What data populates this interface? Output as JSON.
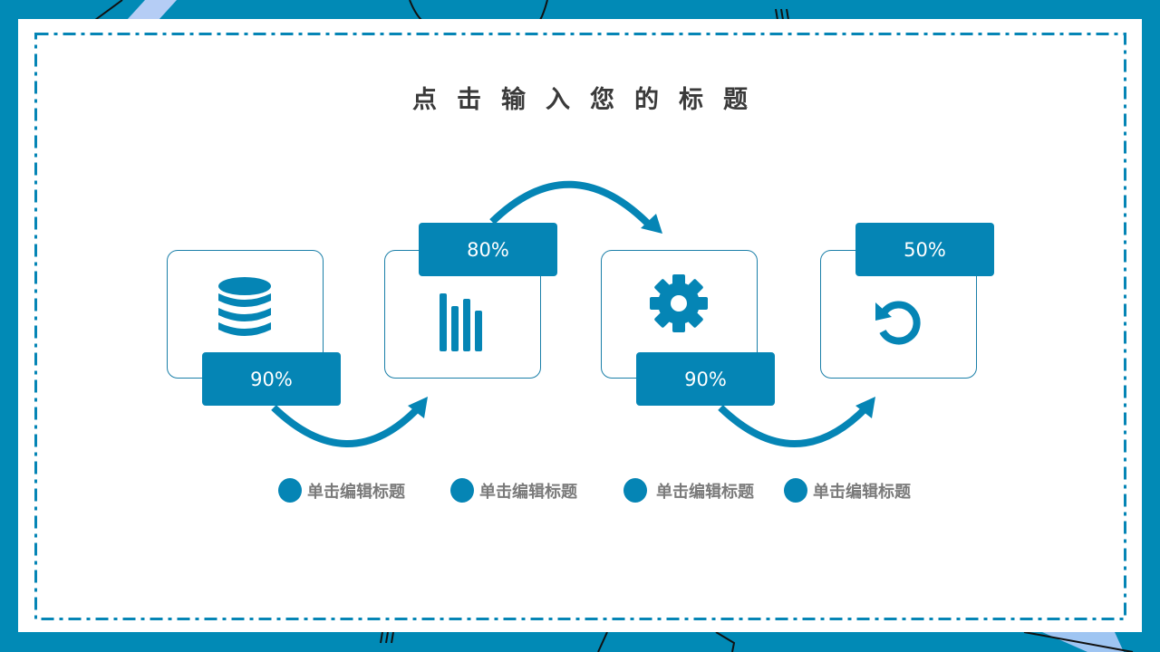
{
  "title": "点击输入您的标题",
  "steps": [
    {
      "icon": "database-icon",
      "percent": "90%"
    },
    {
      "icon": "bar-chart-icon",
      "percent": "80%"
    },
    {
      "icon": "gear-icon",
      "percent": "90%"
    },
    {
      "icon": "refresh-icon",
      "percent": "50%"
    }
  ],
  "legend": [
    {
      "label": "单击编辑标题"
    },
    {
      "label": "单击编辑标题"
    },
    {
      "label": "单击编辑标题"
    },
    {
      "label": "单击编辑标题"
    }
  ],
  "colors": {
    "accent": "#0585b5",
    "background": "#018ab6",
    "text": "#3a3a3a"
  }
}
